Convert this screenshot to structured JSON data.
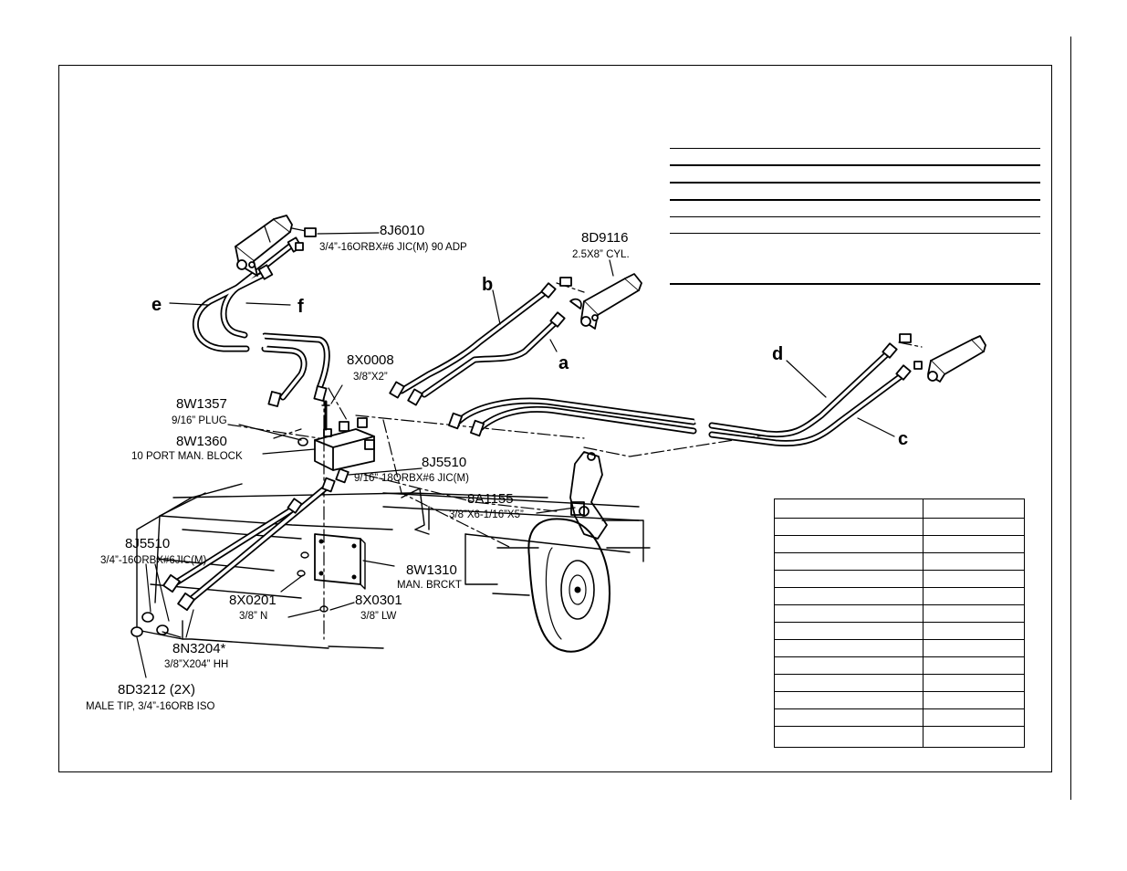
{
  "hose_letters": [
    "a",
    "b",
    "c",
    "d",
    "e",
    "f"
  ],
  "callouts": [
    {
      "code": "8J6010",
      "desc": "3/4”-16ORBX#6 JIC(M) 90 ADP"
    },
    {
      "code": "8D9116",
      "desc": "2.5X8” CYL."
    },
    {
      "code": "8X0008",
      "desc": "3/8”X2”"
    },
    {
      "code": "8W1357",
      "desc": "9/16” PLUG"
    },
    {
      "code": "8W1360",
      "desc": "10 PORT MAN. BLOCK"
    },
    {
      "code": "8J5510",
      "desc": "9/16”-18ORBX#6 JIC(M)"
    },
    {
      "code": "8A1155",
      "desc": "3/8”X6-1/16”X5”"
    },
    {
      "code": "8J5510",
      "desc": "3/4”-16ORBX#6JIC(M)"
    },
    {
      "code": "8W1310",
      "desc": "MAN. BRCKT"
    },
    {
      "code": "8X0201",
      "desc": "3/8” N"
    },
    {
      "code": "8X0301",
      "desc": "3/8” LW"
    },
    {
      "code": "8N3204*",
      "desc": "3/8”X204” HH"
    },
    {
      "code": "8D3212 (2X)",
      "desc": "MALE TIP, 3/4”-16ORB ISO"
    }
  ],
  "colors": {
    "ink": "#000000",
    "paper": "#ffffff"
  }
}
